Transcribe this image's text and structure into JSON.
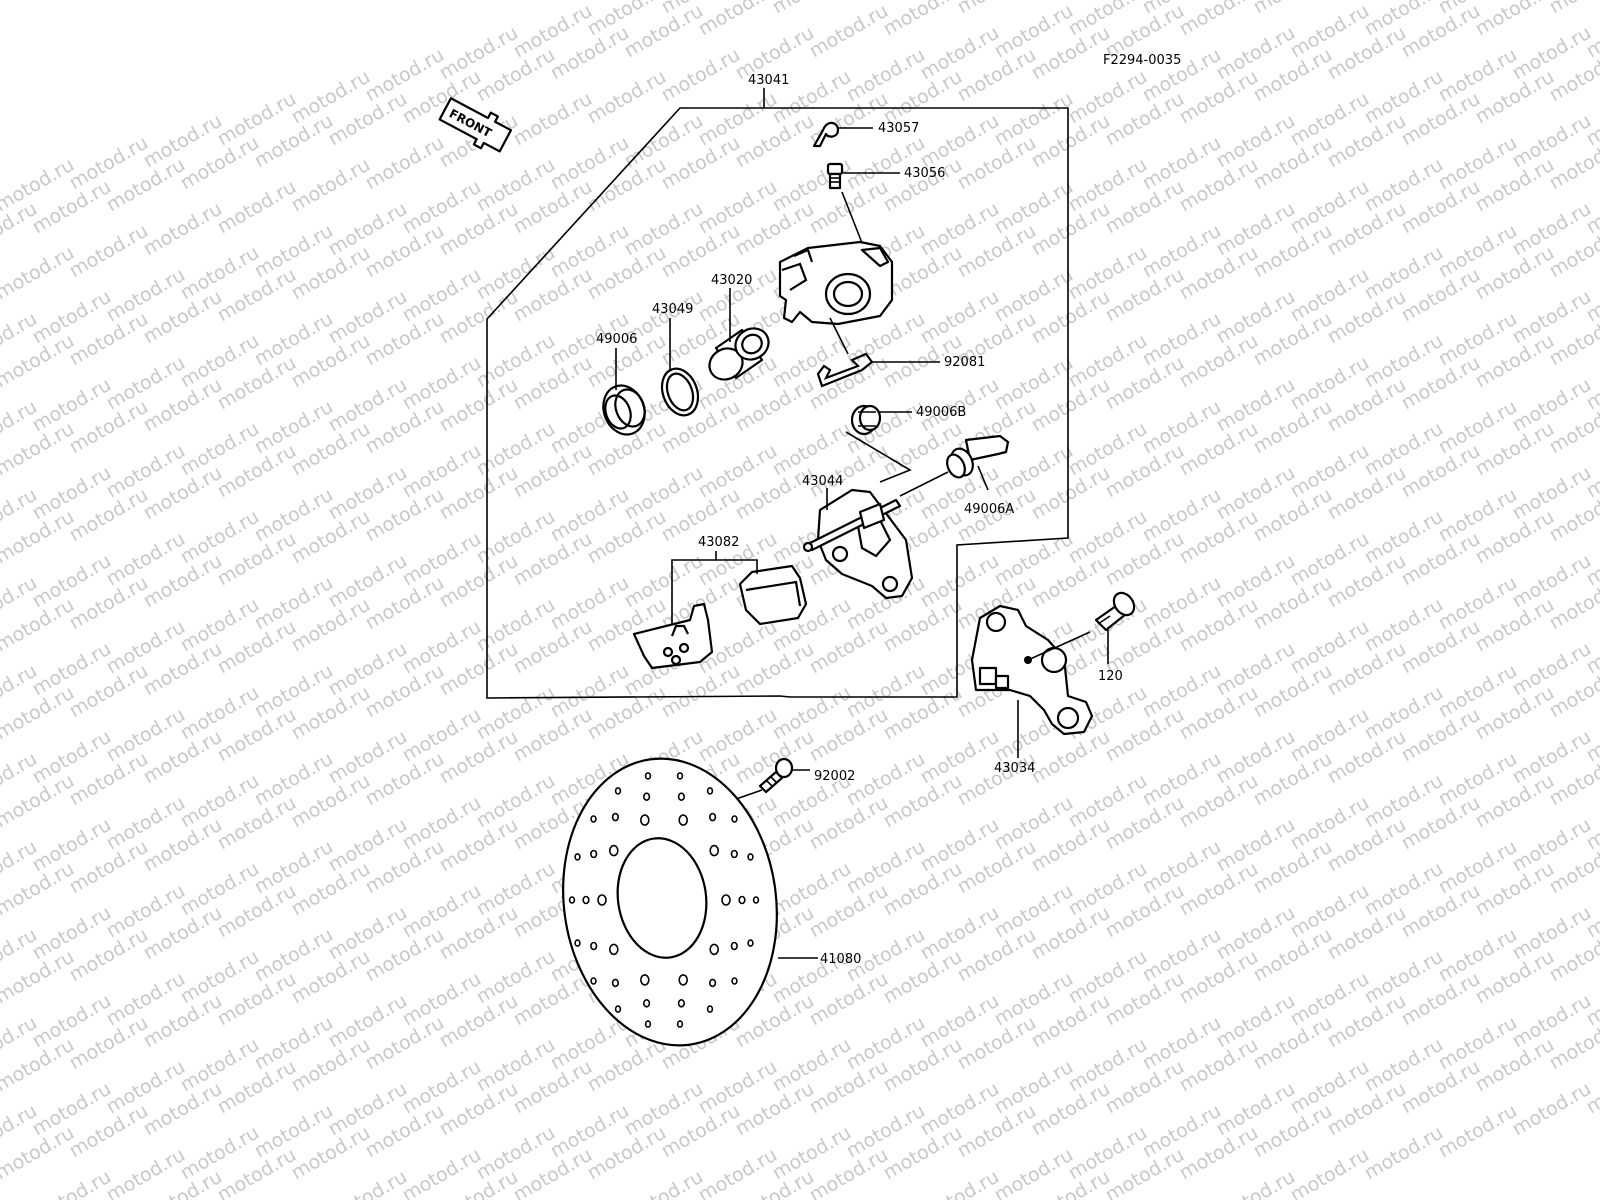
{
  "diagram": {
    "code": "F2294-0035",
    "front_label": "FRONT",
    "parts": [
      {
        "key": "p43041",
        "number": "43041"
      },
      {
        "key": "p43057",
        "number": "43057"
      },
      {
        "key": "p43056",
        "number": "43056"
      },
      {
        "key": "p43020",
        "number": "43020"
      },
      {
        "key": "p43049",
        "number": "43049"
      },
      {
        "key": "p49006",
        "number": "49006"
      },
      {
        "key": "p92081",
        "number": "92081"
      },
      {
        "key": "p49006b",
        "number": "49006B"
      },
      {
        "key": "p43044",
        "number": "43044"
      },
      {
        "key": "p49006a",
        "number": "49006A"
      },
      {
        "key": "p43082",
        "number": "43082"
      },
      {
        "key": "p120",
        "number": "120"
      },
      {
        "key": "p43034",
        "number": "43034"
      },
      {
        "key": "p92002",
        "number": "92002"
      },
      {
        "key": "p41080",
        "number": "41080"
      }
    ],
    "watermark": "motod.ru"
  }
}
